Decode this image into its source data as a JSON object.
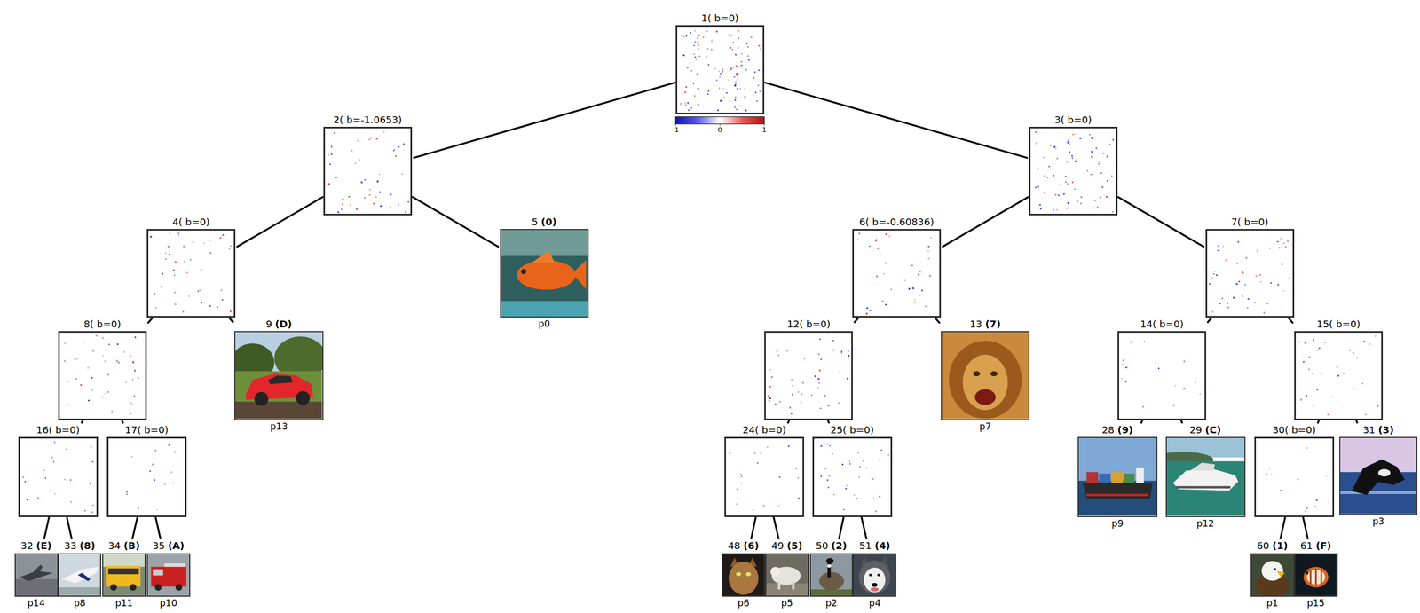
{
  "diagram": {
    "nodes": [
      {
        "text": [
          "1( b=0)"
        ]
      },
      {
        "text": [
          "2( b=-1.0653)"
        ]
      },
      {
        "text": [
          "3( b=0)"
        ]
      },
      {
        "text": [
          "4( b=0)"
        ]
      },
      {
        "text": [
          "5 (0)",
          "p0"
        ]
      },
      {
        "text": [
          "6( b=-0.60836)"
        ]
      },
      {
        "text": [
          "7( b=0)"
        ]
      },
      {
        "text": [
          "8( b=0)"
        ]
      },
      {
        "text": [
          "9 (D)",
          "p13"
        ]
      },
      {
        "text": [
          "12( b=0)"
        ]
      },
      {
        "text": [
          "13 (7)",
          "p7"
        ]
      },
      {
        "text": [
          "14( b=0)"
        ]
      },
      {
        "text": [
          "15( b=0)"
        ]
      },
      {
        "text": [
          "16( b=0)"
        ]
      },
      {
        "text": [
          "17( b=0)"
        ]
      },
      {
        "text": [
          "24( b=0)"
        ]
      },
      {
        "text": [
          "25( b=0)"
        ]
      },
      {
        "text": [
          "28 (9)",
          "p9"
        ]
      },
      {
        "text": [
          "29 (C)",
          "p12"
        ]
      },
      {
        "text": [
          "30( b=0)"
        ]
      },
      {
        "text": [
          "31 (3)",
          "p3"
        ]
      },
      {
        "text": [
          "32 (E)",
          "p14"
        ]
      },
      {
        "text": [
          "33 (8)",
          "p8"
        ]
      },
      {
        "text": [
          "34 (B)",
          "p11"
        ]
      },
      {
        "text": [
          "35 (A)",
          "p10"
        ]
      },
      {
        "text": [
          "48 (6)",
          "p6"
        ]
      },
      {
        "text": [
          "49 (5)",
          "p5"
        ]
      },
      {
        "text": [
          "50 (2)",
          "p2"
        ]
      },
      {
        "text": [
          "51 (4)",
          "p4"
        ]
      },
      {
        "text": [
          "60 (1)",
          "p1"
        ]
      },
      {
        "text": [
          "61 (F)",
          "p15"
        ]
      }
    ],
    "edges": [
      {
        "from": 0,
        "to": 1,
        "arrow": "none"
      },
      {
        "from": 0,
        "to": 2,
        "arrow": "none"
      },
      {
        "from": 1,
        "to": 3,
        "arrow": "none"
      },
      {
        "from": 1,
        "to": 4,
        "arrow": "none"
      },
      {
        "from": 2,
        "to": 5,
        "arrow": "none"
      },
      {
        "from": 2,
        "to": 6,
        "arrow": "none"
      },
      {
        "from": 3,
        "to": 7,
        "arrow": "none"
      },
      {
        "from": 3,
        "to": 8,
        "arrow": "none"
      },
      {
        "from": 5,
        "to": 9,
        "arrow": "none"
      },
      {
        "from": 5,
        "to": 10,
        "arrow": "none"
      },
      {
        "from": 6,
        "to": 11,
        "arrow": "none"
      },
      {
        "from": 6,
        "to": 12,
        "arrow": "none"
      },
      {
        "from": 7,
        "to": 13,
        "arrow": "none"
      },
      {
        "from": 7,
        "to": 14,
        "arrow": "none"
      },
      {
        "from": 9,
        "to": 15,
        "arrow": "none"
      },
      {
        "from": 9,
        "to": 16,
        "arrow": "none"
      },
      {
        "from": 11,
        "to": 17,
        "arrow": "none"
      },
      {
        "from": 11,
        "to": 18,
        "arrow": "none"
      },
      {
        "from": 12,
        "to": 19,
        "arrow": "none"
      },
      {
        "from": 12,
        "to": 20,
        "arrow": "none"
      },
      {
        "from": 13,
        "to": 21,
        "arrow": "none"
      },
      {
        "from": 13,
        "to": 22,
        "arrow": "none"
      },
      {
        "from": 14,
        "to": 23,
        "arrow": "none"
      },
      {
        "from": 14,
        "to": 24,
        "arrow": "none"
      },
      {
        "from": 15,
        "to": 25,
        "arrow": "none"
      },
      {
        "from": 15,
        "to": 26,
        "arrow": "none"
      },
      {
        "from": 16,
        "to": 27,
        "arrow": "none"
      },
      {
        "from": 16,
        "to": 28,
        "arrow": "none"
      },
      {
        "from": 19,
        "to": 29,
        "arrow": "none"
      },
      {
        "from": 19,
        "to": 30,
        "arrow": "none"
      }
    ],
    "labels": [
      "-1",
      "0",
      "1"
    ]
  }
}
